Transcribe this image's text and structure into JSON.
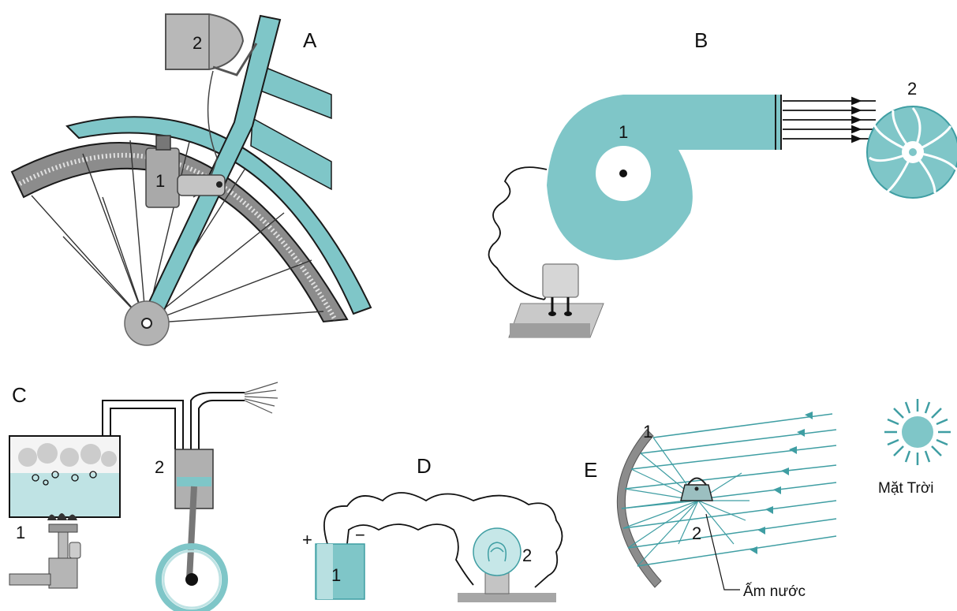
{
  "panels": {
    "A": {
      "letter": "A",
      "n1": "1",
      "n2": "2"
    },
    "B": {
      "letter": "B",
      "n1": "1",
      "n2": "2"
    },
    "C": {
      "letter": "C",
      "n1": "1",
      "n2": "2"
    },
    "D": {
      "letter": "D",
      "n1": "1",
      "n2": "2",
      "plus": "+",
      "minus": "−"
    },
    "E": {
      "letter": "E",
      "n1": "1",
      "n2": "2",
      "sun": "Mặt Trời",
      "kettle": "Ấm nước"
    }
  },
  "colors": {
    "teal": "#7fc6c8",
    "teal_dark": "#3f9ea3",
    "gray": "#a6a6a6",
    "gray_dark": "#6e6e6e",
    "stroke": "#1a1a1a"
  }
}
